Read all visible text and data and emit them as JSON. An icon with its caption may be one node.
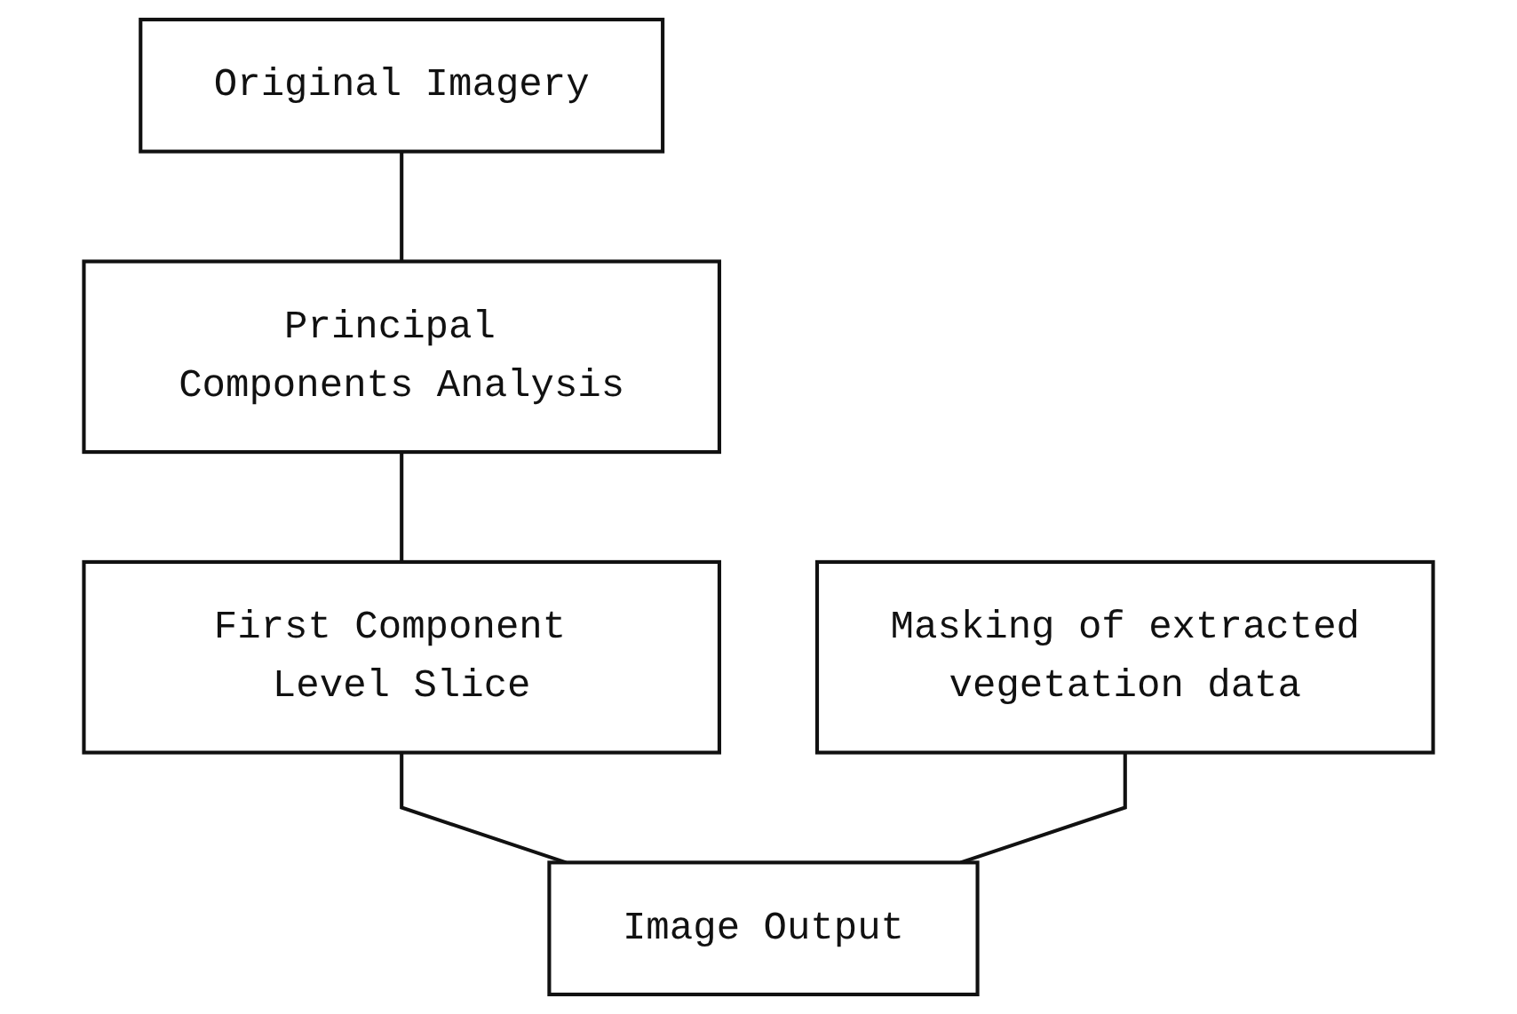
{
  "diagram": {
    "nodes": [
      {
        "text": [
          "Original Imagery"
        ]
      },
      {
        "text": [
          "Principal Components Analysis"
        ]
      },
      {
        "text": [
          "First Component Level Slice"
        ]
      },
      {
        "text": [
          "Masking of extracted vegetation data"
        ]
      },
      {
        "text": [
          "Image Output"
        ]
      }
    ],
    "edges": [
      {
        "from": 0,
        "to": 1,
        "arrow": "none"
      },
      {
        "from": 1,
        "to": 2,
        "arrow": "none"
      },
      {
        "from": 2,
        "to": 4,
        "arrow": "none"
      },
      {
        "from": 3,
        "to": 4,
        "arrow": "none"
      }
    ]
  }
}
